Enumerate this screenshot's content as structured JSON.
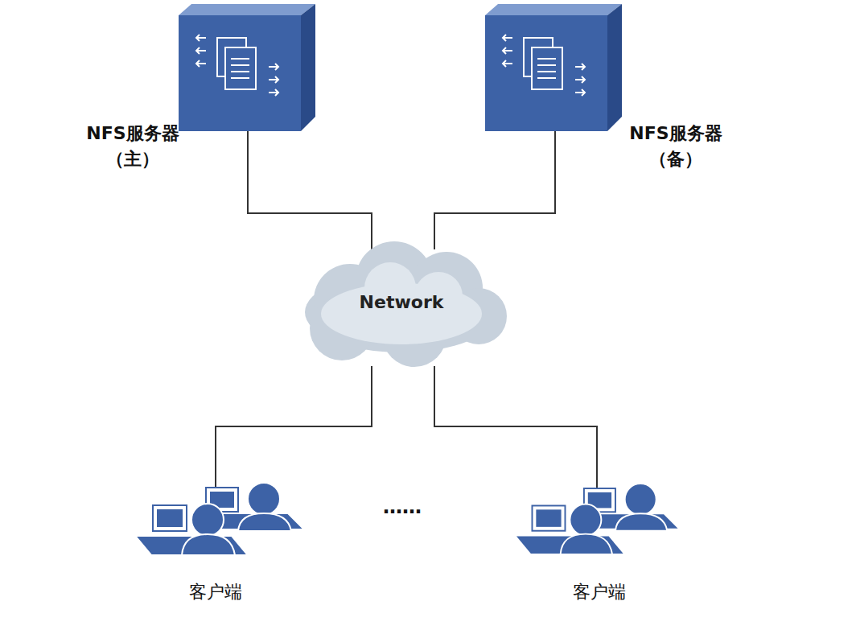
{
  "diagram": {
    "nodes": [
      {
        "text": [
          "NFS服务器 （主）"
        ]
      },
      {
        "text": [
          "NFS服务器 （备）"
        ]
      },
      {
        "text": [
          "Network"
        ]
      },
      {
        "text": [
          "客户端"
        ]
      },
      {
        "text": [
          "客户端"
        ]
      }
    ],
    "edges": [
      {
        "from": 0,
        "to": 2,
        "arrow": "none"
      },
      {
        "from": 1,
        "to": 2,
        "arrow": "none"
      },
      {
        "from": 2,
        "to": 3,
        "arrow": "none"
      },
      {
        "from": 2,
        "to": 4,
        "arrow": "none"
      }
    ],
    "labels": [
      "……"
    ]
  }
}
